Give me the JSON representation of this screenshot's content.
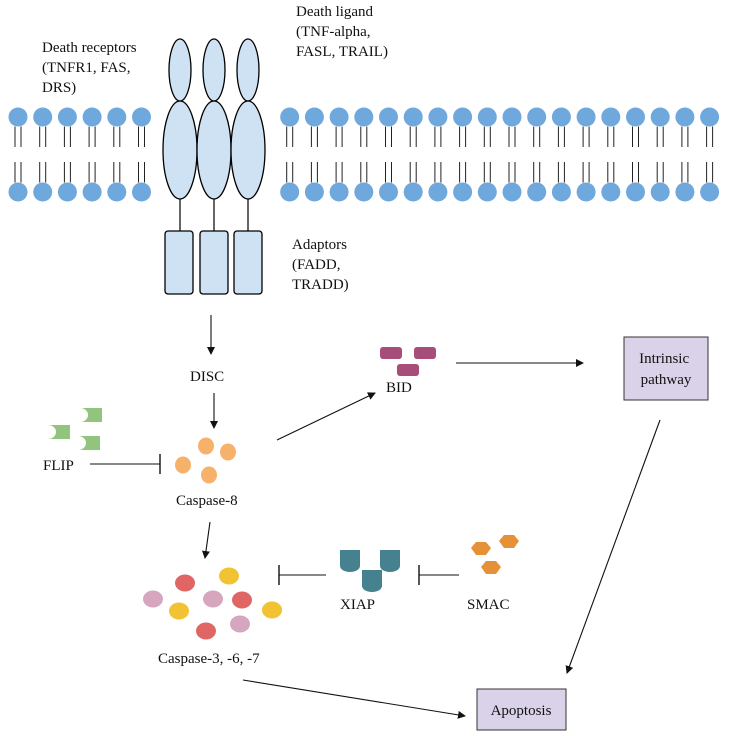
{
  "labels": {
    "death_receptors": [
      "Death receptors",
      "(TNFR1, FAS,",
      "DRS)"
    ],
    "death_ligand": [
      "Death ligand",
      "(TNF-alpha,",
      "FASL, TRAIL)"
    ],
    "adaptors": [
      "Adaptors",
      "(FADD,",
      "TRADD)"
    ],
    "disc": "DISC",
    "bid": "BID",
    "intrinsic": [
      "Intrinsic",
      "pathway"
    ],
    "flip": "FLIP",
    "caspase8": "Caspase-8",
    "xiap": "XIAP",
    "smac": "SMAC",
    "caspase367": "Caspase-3, -6, -7",
    "apoptosis": "Apoptosis"
  },
  "colors": {
    "lipid_head": "#6fa8dc",
    "receptor_fill": "#cfe2f3",
    "box_fill": "#d9d2e9",
    "flip": "#93c47d",
    "bid": "#a64d79",
    "caspase8": "#f6b26b",
    "xiap": "#45818e",
    "smac": "#e69138",
    "casp_red": "#e06666",
    "casp_yellow": "#f1c232",
    "casp_pink": "#d5a6bd"
  }
}
